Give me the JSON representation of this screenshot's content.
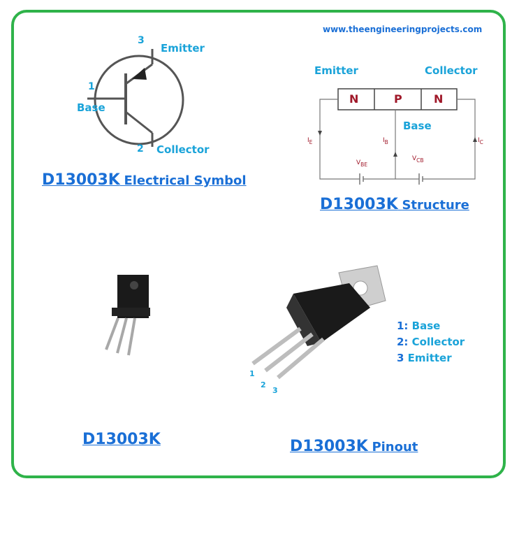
{
  "watermark": "www.theengineeringprojects.com",
  "symbol": {
    "pin3_num": "3",
    "emitter": "Emitter",
    "pin1_num": "1",
    "base": "Base",
    "pin2_num": "2",
    "collector": "Collector",
    "caption_part": "D13003K",
    "caption_rest": "Electrical Symbol"
  },
  "structure": {
    "emitter": "Emitter",
    "collector": "Collector",
    "layers": [
      "N",
      "P",
      "N"
    ],
    "base": "Base",
    "ie": "I",
    "ie_sub": "E",
    "ib": "I",
    "ib_sub": "B",
    "ic": "I",
    "ic_sub": "C",
    "vbe": "V",
    "vbe_sub": "BE",
    "vcb": "V",
    "vcb_sub": "CB",
    "caption_part": "D13003K",
    "caption_rest": "Structure"
  },
  "package": {
    "caption": "D13003K"
  },
  "pinout": {
    "lead_numbers": [
      "1",
      "2",
      "3"
    ],
    "list": [
      {
        "num": "1:",
        "text": "Base"
      },
      {
        "num": "2:",
        "text": "Collector"
      },
      {
        "num": "3",
        "text": "Emitter"
      }
    ],
    "caption_part": "D13003K",
    "caption_rest": "Pinout"
  }
}
